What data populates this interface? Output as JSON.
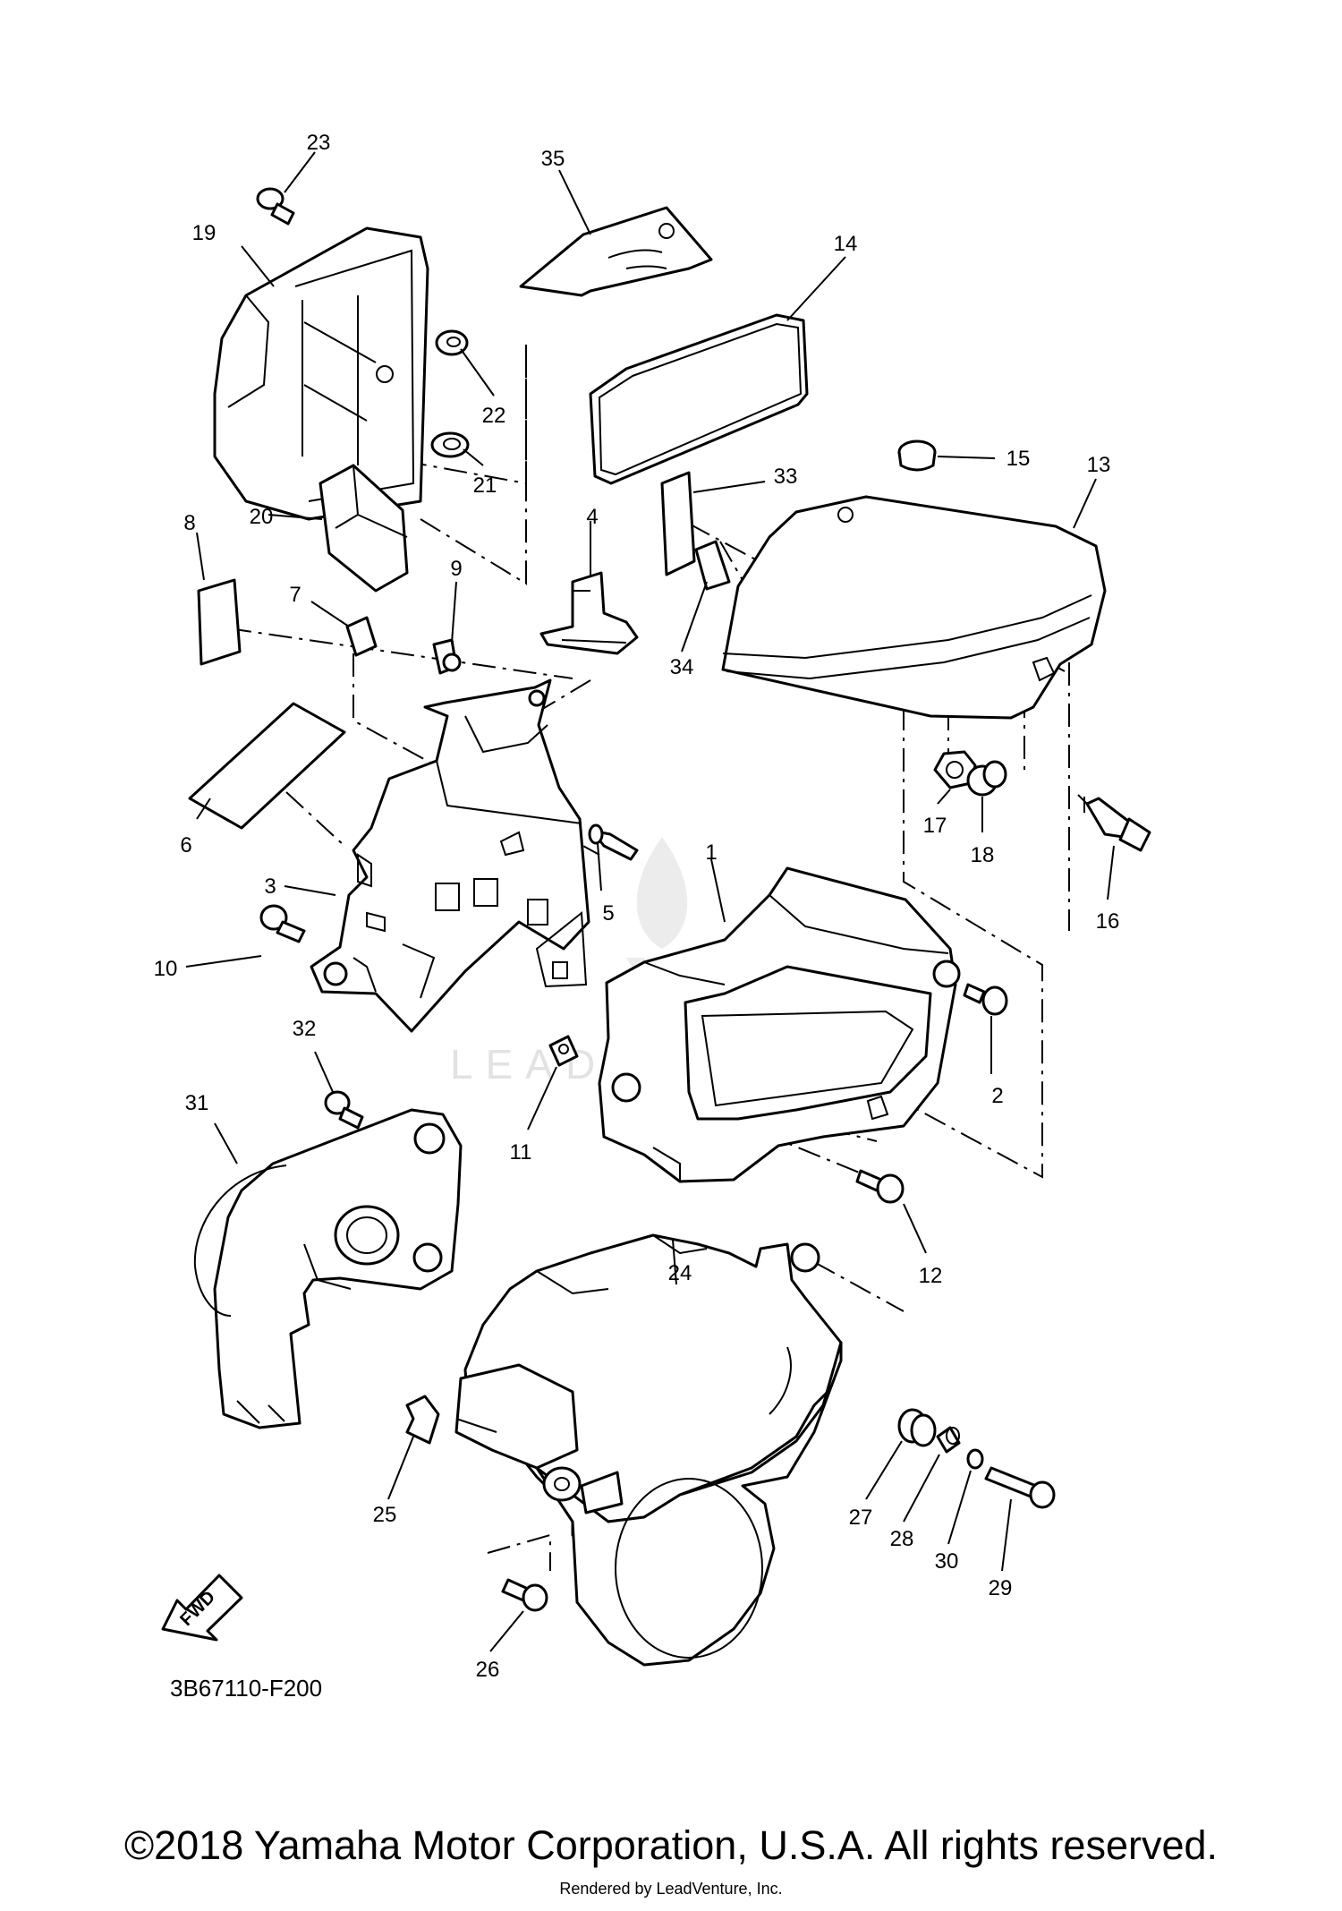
{
  "diagram": {
    "callouts": [
      {
        "id": "1",
        "label": "1"
      },
      {
        "id": "2",
        "label": "2"
      },
      {
        "id": "3",
        "label": "3"
      },
      {
        "id": "4",
        "label": "4"
      },
      {
        "id": "5",
        "label": "5"
      },
      {
        "id": "6",
        "label": "6"
      },
      {
        "id": "7",
        "label": "7"
      },
      {
        "id": "8",
        "label": "8"
      },
      {
        "id": "9",
        "label": "9"
      },
      {
        "id": "10",
        "label": "10"
      },
      {
        "id": "11",
        "label": "11"
      },
      {
        "id": "12",
        "label": "12"
      },
      {
        "id": "13",
        "label": "13"
      },
      {
        "id": "14",
        "label": "14"
      },
      {
        "id": "15",
        "label": "15"
      },
      {
        "id": "16",
        "label": "16"
      },
      {
        "id": "17",
        "label": "17"
      },
      {
        "id": "18",
        "label": "18"
      },
      {
        "id": "19",
        "label": "19"
      },
      {
        "id": "20",
        "label": "20"
      },
      {
        "id": "21",
        "label": "21"
      },
      {
        "id": "22",
        "label": "22"
      },
      {
        "id": "23",
        "label": "23"
      },
      {
        "id": "24",
        "label": "24"
      },
      {
        "id": "25",
        "label": "25"
      },
      {
        "id": "26",
        "label": "26"
      },
      {
        "id": "27",
        "label": "27"
      },
      {
        "id": "28",
        "label": "28"
      },
      {
        "id": "29",
        "label": "29"
      },
      {
        "id": "30",
        "label": "30"
      },
      {
        "id": "31",
        "label": "31"
      },
      {
        "id": "32",
        "label": "32"
      },
      {
        "id": "33",
        "label": "33"
      },
      {
        "id": "34",
        "label": "34"
      },
      {
        "id": "35",
        "label": "35"
      }
    ],
    "diagram_code": "3B67110-F200",
    "fwd_label": "FWD",
    "watermark": "LEADVENTURE"
  },
  "footer": {
    "copyright": "©2018 Yamaha Motor Corporation, U.S.A. All rights reserved.",
    "rendered_by": "Rendered by LeadVenture, Inc."
  }
}
